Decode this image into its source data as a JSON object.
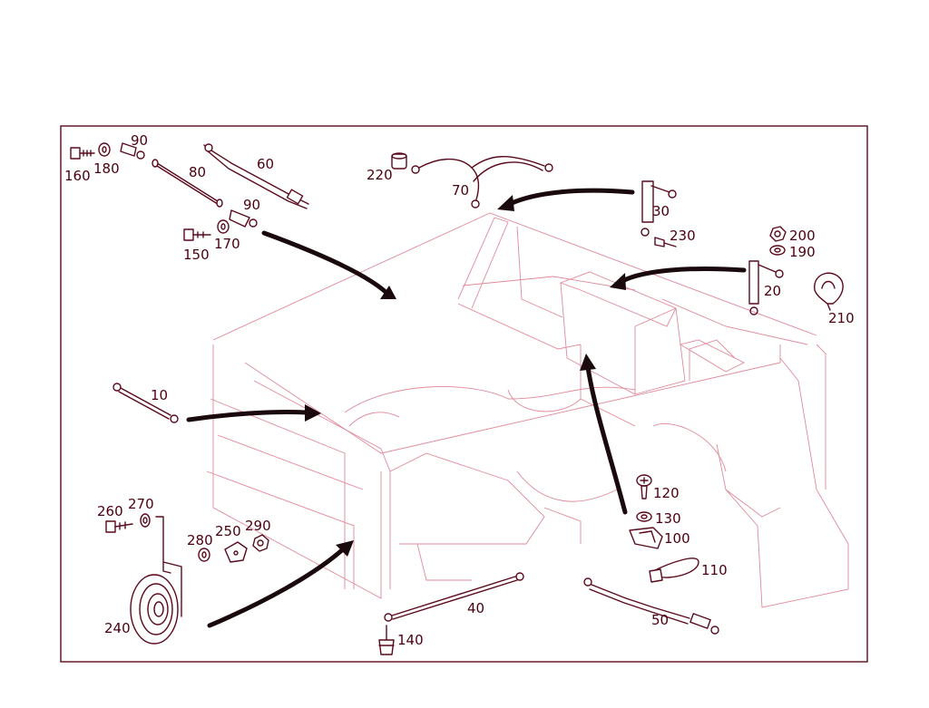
{
  "colors": {
    "frame": "#e08a9a",
    "part": "#5a0a1c",
    "label": "#4a0010",
    "arrow": "#1a0a0e",
    "border": "#5a0a1c"
  },
  "labels": {
    "p10": "10",
    "p20": "20",
    "p30": "30",
    "p40": "40",
    "p50": "50",
    "p60": "60",
    "p70": "70",
    "p80": "80",
    "p90a": "90",
    "p90b": "90",
    "p100": "100",
    "p110": "110",
    "p120": "120",
    "p130": "130",
    "p140": "140",
    "p150": "150",
    "p160": "160",
    "p170": "170",
    "p180": "180",
    "p190": "190",
    "p200": "200",
    "p210": "210",
    "p220": "220",
    "p230": "230",
    "p240": "240",
    "p250": "250",
    "p260": "260",
    "p270": "270",
    "p280": "280",
    "p290": "290"
  }
}
